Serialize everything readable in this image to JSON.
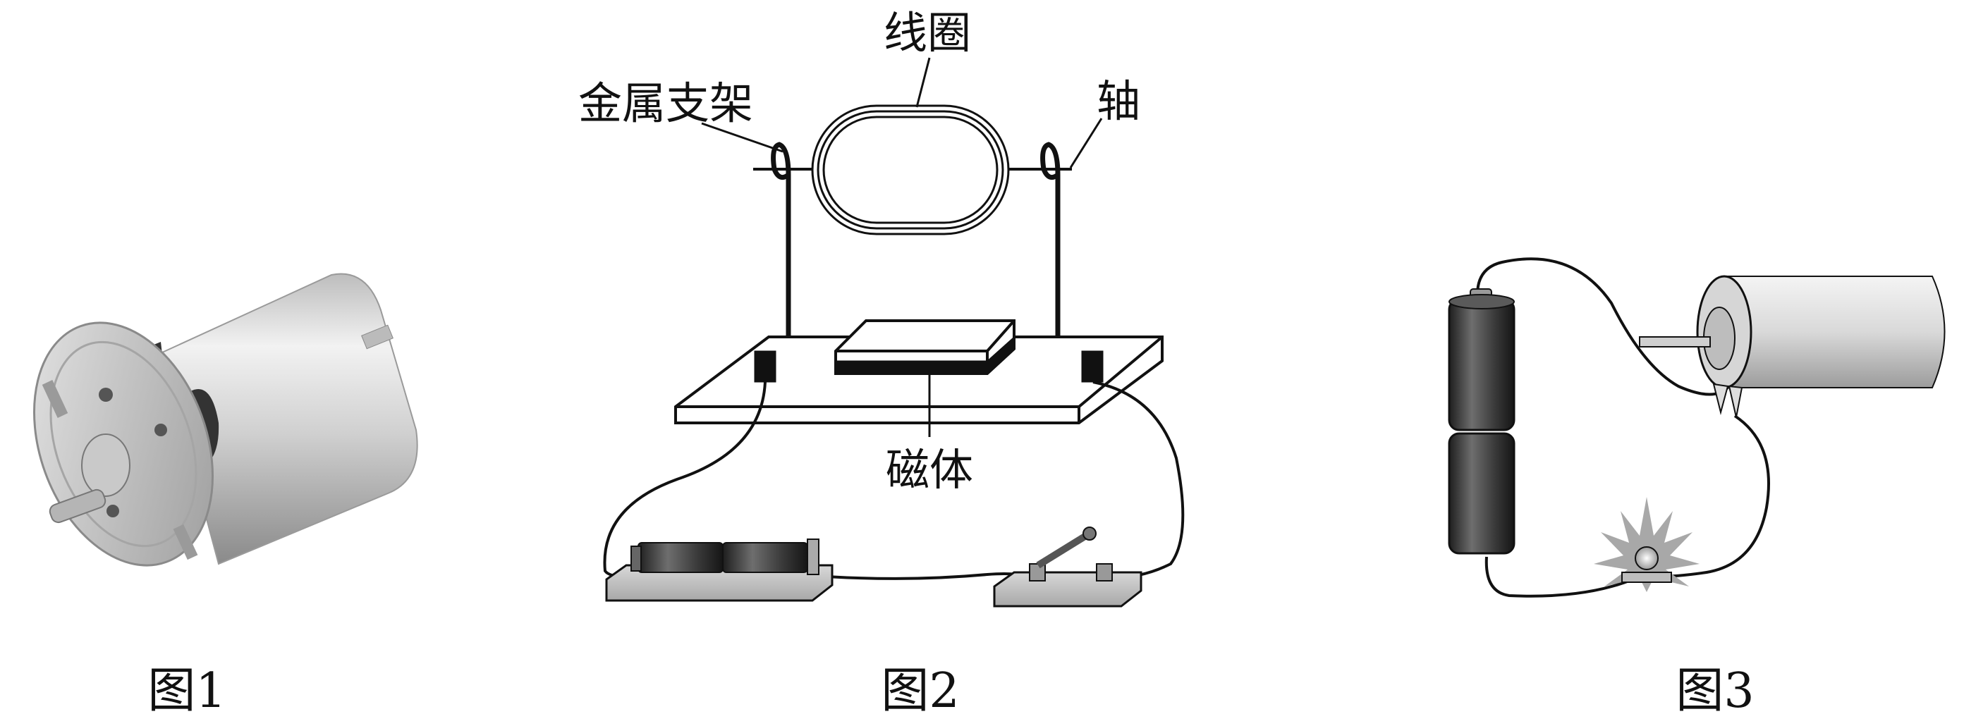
{
  "figures": {
    "fig1": {
      "caption": "图1"
    },
    "fig2": {
      "caption": "图2"
    },
    "fig3": {
      "caption": "图3"
    }
  },
  "labels": {
    "coil": "线圈",
    "metal_support": "金属支架",
    "axle": "轴",
    "magnet": "磁体"
  }
}
